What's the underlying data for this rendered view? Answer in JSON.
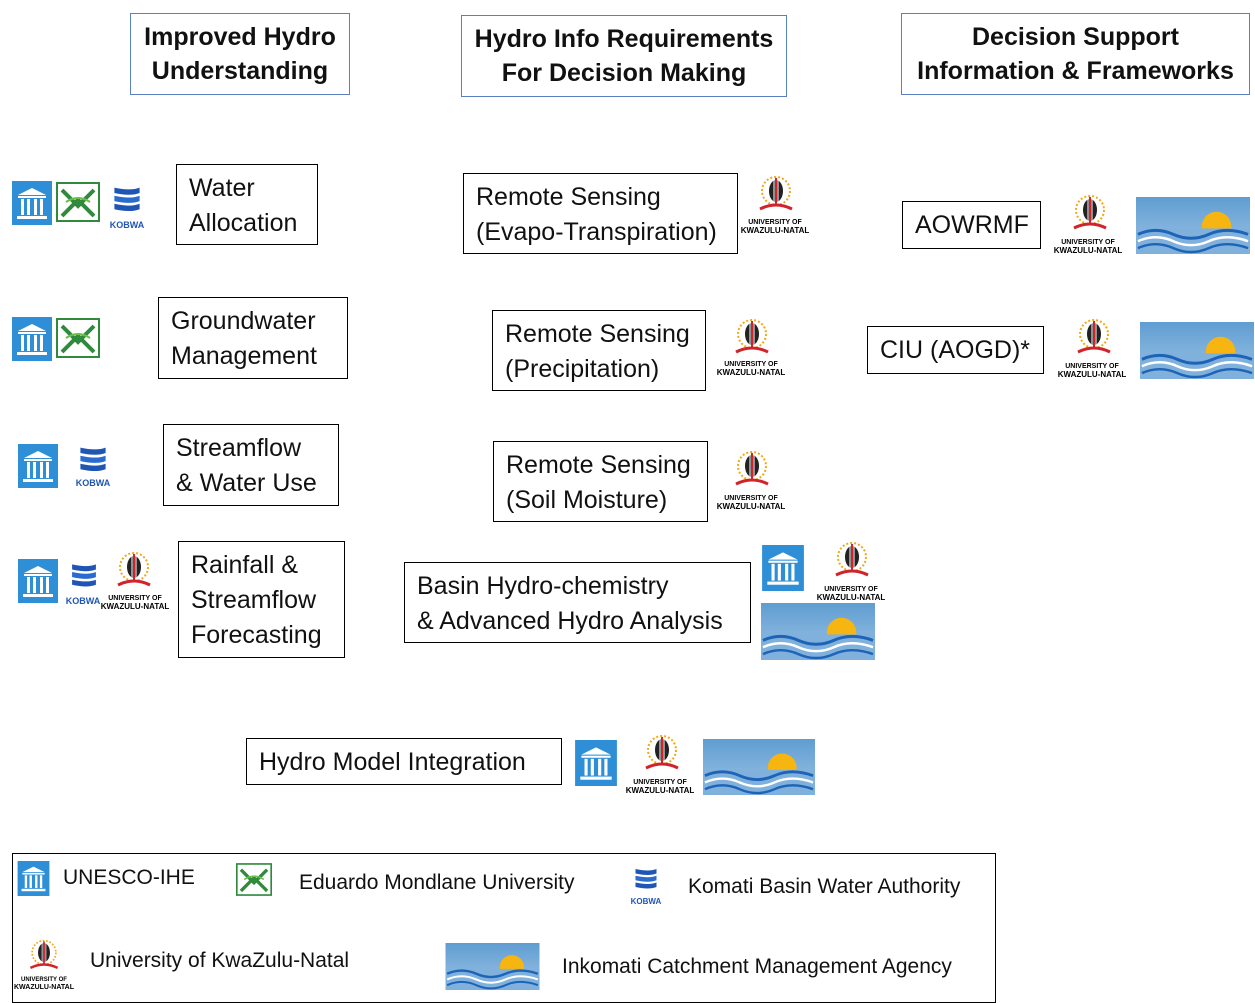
{
  "headers": {
    "col1": "Improved Hydro\nUnderstanding",
    "col2": "Hydro Info Requirements\nFor Decision Making",
    "col3": "Decision Support\nInformation & Frameworks"
  },
  "boxes": {
    "water_allocation": "Water\nAllocation",
    "groundwater": "Groundwater\nManagement",
    "streamflow": "Streamflow\n& Water Use",
    "rainfall": "Rainfall &\nStreamflow\nForecasting",
    "rs_et": "Remote Sensing\n(Evapo-Transpiration)",
    "rs_precip": "Remote Sensing\n(Precipitation)",
    "rs_soil": "Remote Sensing\n(Soil Moisture)",
    "basin": "Basin Hydro-chemistry\n& Advanced Hydro Analysis",
    "aowrmf": "AOWRMF",
    "ciu": "CIU (AOGD)*",
    "integration": "Hydro Model Integration"
  },
  "logo_text": {
    "kobwa": "KOBWA",
    "ukzn_line1": "UNIVERSITY OF",
    "ukzn_line2": "KWAZULU-NATAL"
  },
  "legend": {
    "unesco": "UNESCO-IHE",
    "eduardo": "Eduardo Mondlane University",
    "kobwa": "Komati Basin Water Authority",
    "ukzn": "University of KwaZulu-Natal",
    "icma": "Inkomati Catchment Management Agency"
  },
  "colors": {
    "header_border": "#5b7fbf",
    "unesco_blue": "#2e8fd6",
    "eduardo_green": "#2f8a3c",
    "kobwa_blue": "#1f56b6",
    "ukzn_red": "#d0232a",
    "icma_sky": "#5f9dd1",
    "icma_sun": "#f7b512"
  }
}
